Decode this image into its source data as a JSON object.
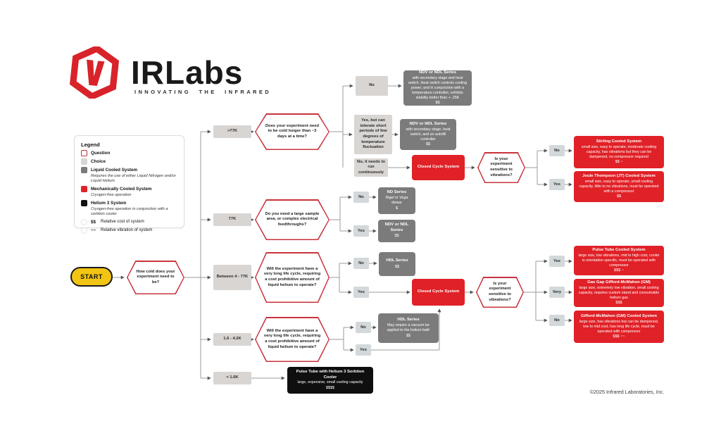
{
  "brand": {
    "name": "IRLabs",
    "tagline": "INNOVATING THE INFRARED"
  },
  "legend": {
    "title": "Legend",
    "question": "Question",
    "choice": "Choice",
    "liquid": {
      "label": "Liquid Cooled System",
      "desc": "Requires the use of either Liquid Nitrogen and/or Liquid Helium"
    },
    "mechanical": {
      "label": "Mechanically Cooled System",
      "desc": "Cryogen-free operation"
    },
    "helium3": {
      "label": "Helium 3 System",
      "desc": "Cryogen-free operation in conjunction with a sorbtion cooler"
    },
    "cost": {
      "symbol": "$$",
      "label": "Relative cost of system"
    },
    "vibration": {
      "symbol": "~~",
      "label": "Relative vibration of system"
    }
  },
  "start": "START",
  "questions": {
    "main": "How cold does your experiment need to be?",
    "cold_longer": "Does your experiment need to be cold longer than ~3 days at a time?",
    "sample_area": "Do you need a large sample area, or complex electrical feedthroughs?",
    "life_cycle": "Will the experiment have a very long life cycle, requiring a cost prohibitive amount of liquid helium to operate?",
    "vibrations": "Is your experiment sensitive to vibrations?"
  },
  "temps": {
    "above77": ">77K",
    "t77": "77K",
    "between": "Between 4 - 77K",
    "mid": "1.6 - 4.2K",
    "below": "< 1.6K"
  },
  "answers": {
    "no": "No",
    "yes": "Yes",
    "very": "Very",
    "yes_tolerate": "Yes, but can tolerate short periods of few degrees of temperature fluctuation",
    "no_continuous": "No, it needs to run continuously"
  },
  "systems": {
    "ndv_heat": {
      "title": "NDV or NDL Series",
      "desc": "with secondary stage and heat switch.  Heat switch controls cooling power, and in conjunction with a temperature controller, exhibits stability better than +-.25K",
      "cost": "$$"
    },
    "ndv_autofill": {
      "title": "NDV or NDL Series",
      "desc": "with secondary stage, heat switch, and an autofill controller",
      "cost": "$$"
    },
    "closed_cycle": {
      "title": "Closed Cycle System"
    },
    "stirling": {
      "title": "Stirling Cooled System",
      "desc": "small size, easy to operate, moderate cooling capacity, has vibrations but they can be dampened, no compressor required",
      "cost": "$$ ~"
    },
    "joule": {
      "title": "Joule Thompson (JT) Cooled System",
      "desc": "small size, easy to operate, small cooling capacity, little to no vibrations, must be operated with a compressor",
      "cost": "$$"
    },
    "nd": {
      "title": "ND Series",
      "desc": "Rigel or Vega dewar",
      "cost": "$"
    },
    "ndv": {
      "title": "NDV or NDL Series",
      "cost": "$$"
    },
    "hdl": {
      "title": "HDL Series",
      "cost": "$$"
    },
    "pulse_tube": {
      "title": "Pulse Tube Cooled System",
      "desc": "large size, low vibrations, mid to high cost, cooler is orientation specific, must be operated with compressor",
      "cost": "$$$ ~"
    },
    "gas_gap": {
      "title": "Gas Gap Gifford-McMahon (GM)",
      "desc": "large size, extremely low vibration, small cooling capacity, requires custom stand and consumable helium gas",
      "cost": "$$$"
    },
    "gm": {
      "title": "Gifford-McMahon (GM) Cooled System",
      "desc": "large size, has vibrations but can be dampened, low to mid cost, has long life cycle, must be operated with compressor",
      "cost": "$$$ ~~"
    },
    "hdl_vacuum": {
      "title": "HDL Series",
      "desc": "May require a vacuum be applied to the helium bath",
      "cost": "$$"
    },
    "helium3": {
      "title": "Pulse Tube with Helium 3 Sorbtion Cooler",
      "desc": "large, expensive, small cooling capacity",
      "cost": "$$$$"
    }
  },
  "footer": "©2025 Infrared Laboratories, Inc.",
  "colors": {
    "red": "#E02127",
    "hexborder": "#C9333C",
    "darkgray": "#7B7B7B",
    "lightgray": "#D8D5D2",
    "chipgray": "#D3D8DB",
    "yellow": "#F2C413"
  }
}
